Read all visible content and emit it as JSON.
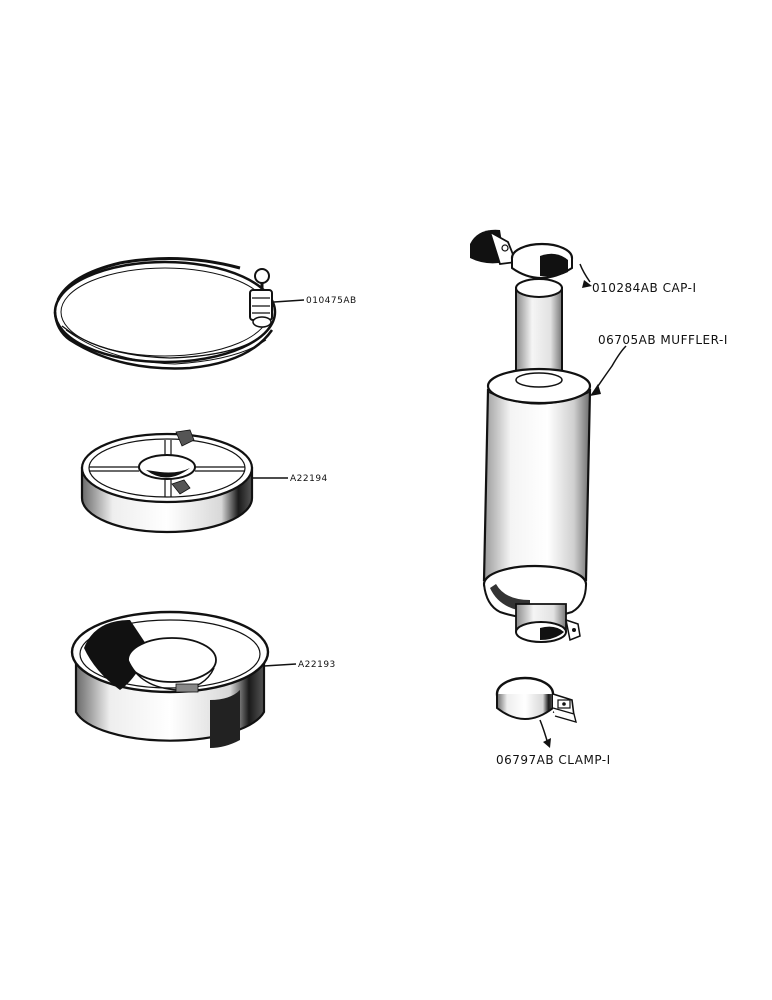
{
  "colors": {
    "ink": "#111111",
    "paper": "#ffffff",
    "metal_light": "#f2f2f2",
    "metal_mid": "#bdbdbd"
  },
  "parts": [
    {
      "id": "hose-clamp",
      "label": "010475AB"
    },
    {
      "id": "cleaner-cover",
      "label": "A22194"
    },
    {
      "id": "cleaner-bowl",
      "label": "A22193"
    },
    {
      "id": "muffler-cap",
      "label": "010284AB CAP-I"
    },
    {
      "id": "muffler",
      "label": "06705AB MUFFLER-I"
    },
    {
      "id": "muffler-clamp",
      "label": "06797AB CLAMP-I"
    }
  ]
}
